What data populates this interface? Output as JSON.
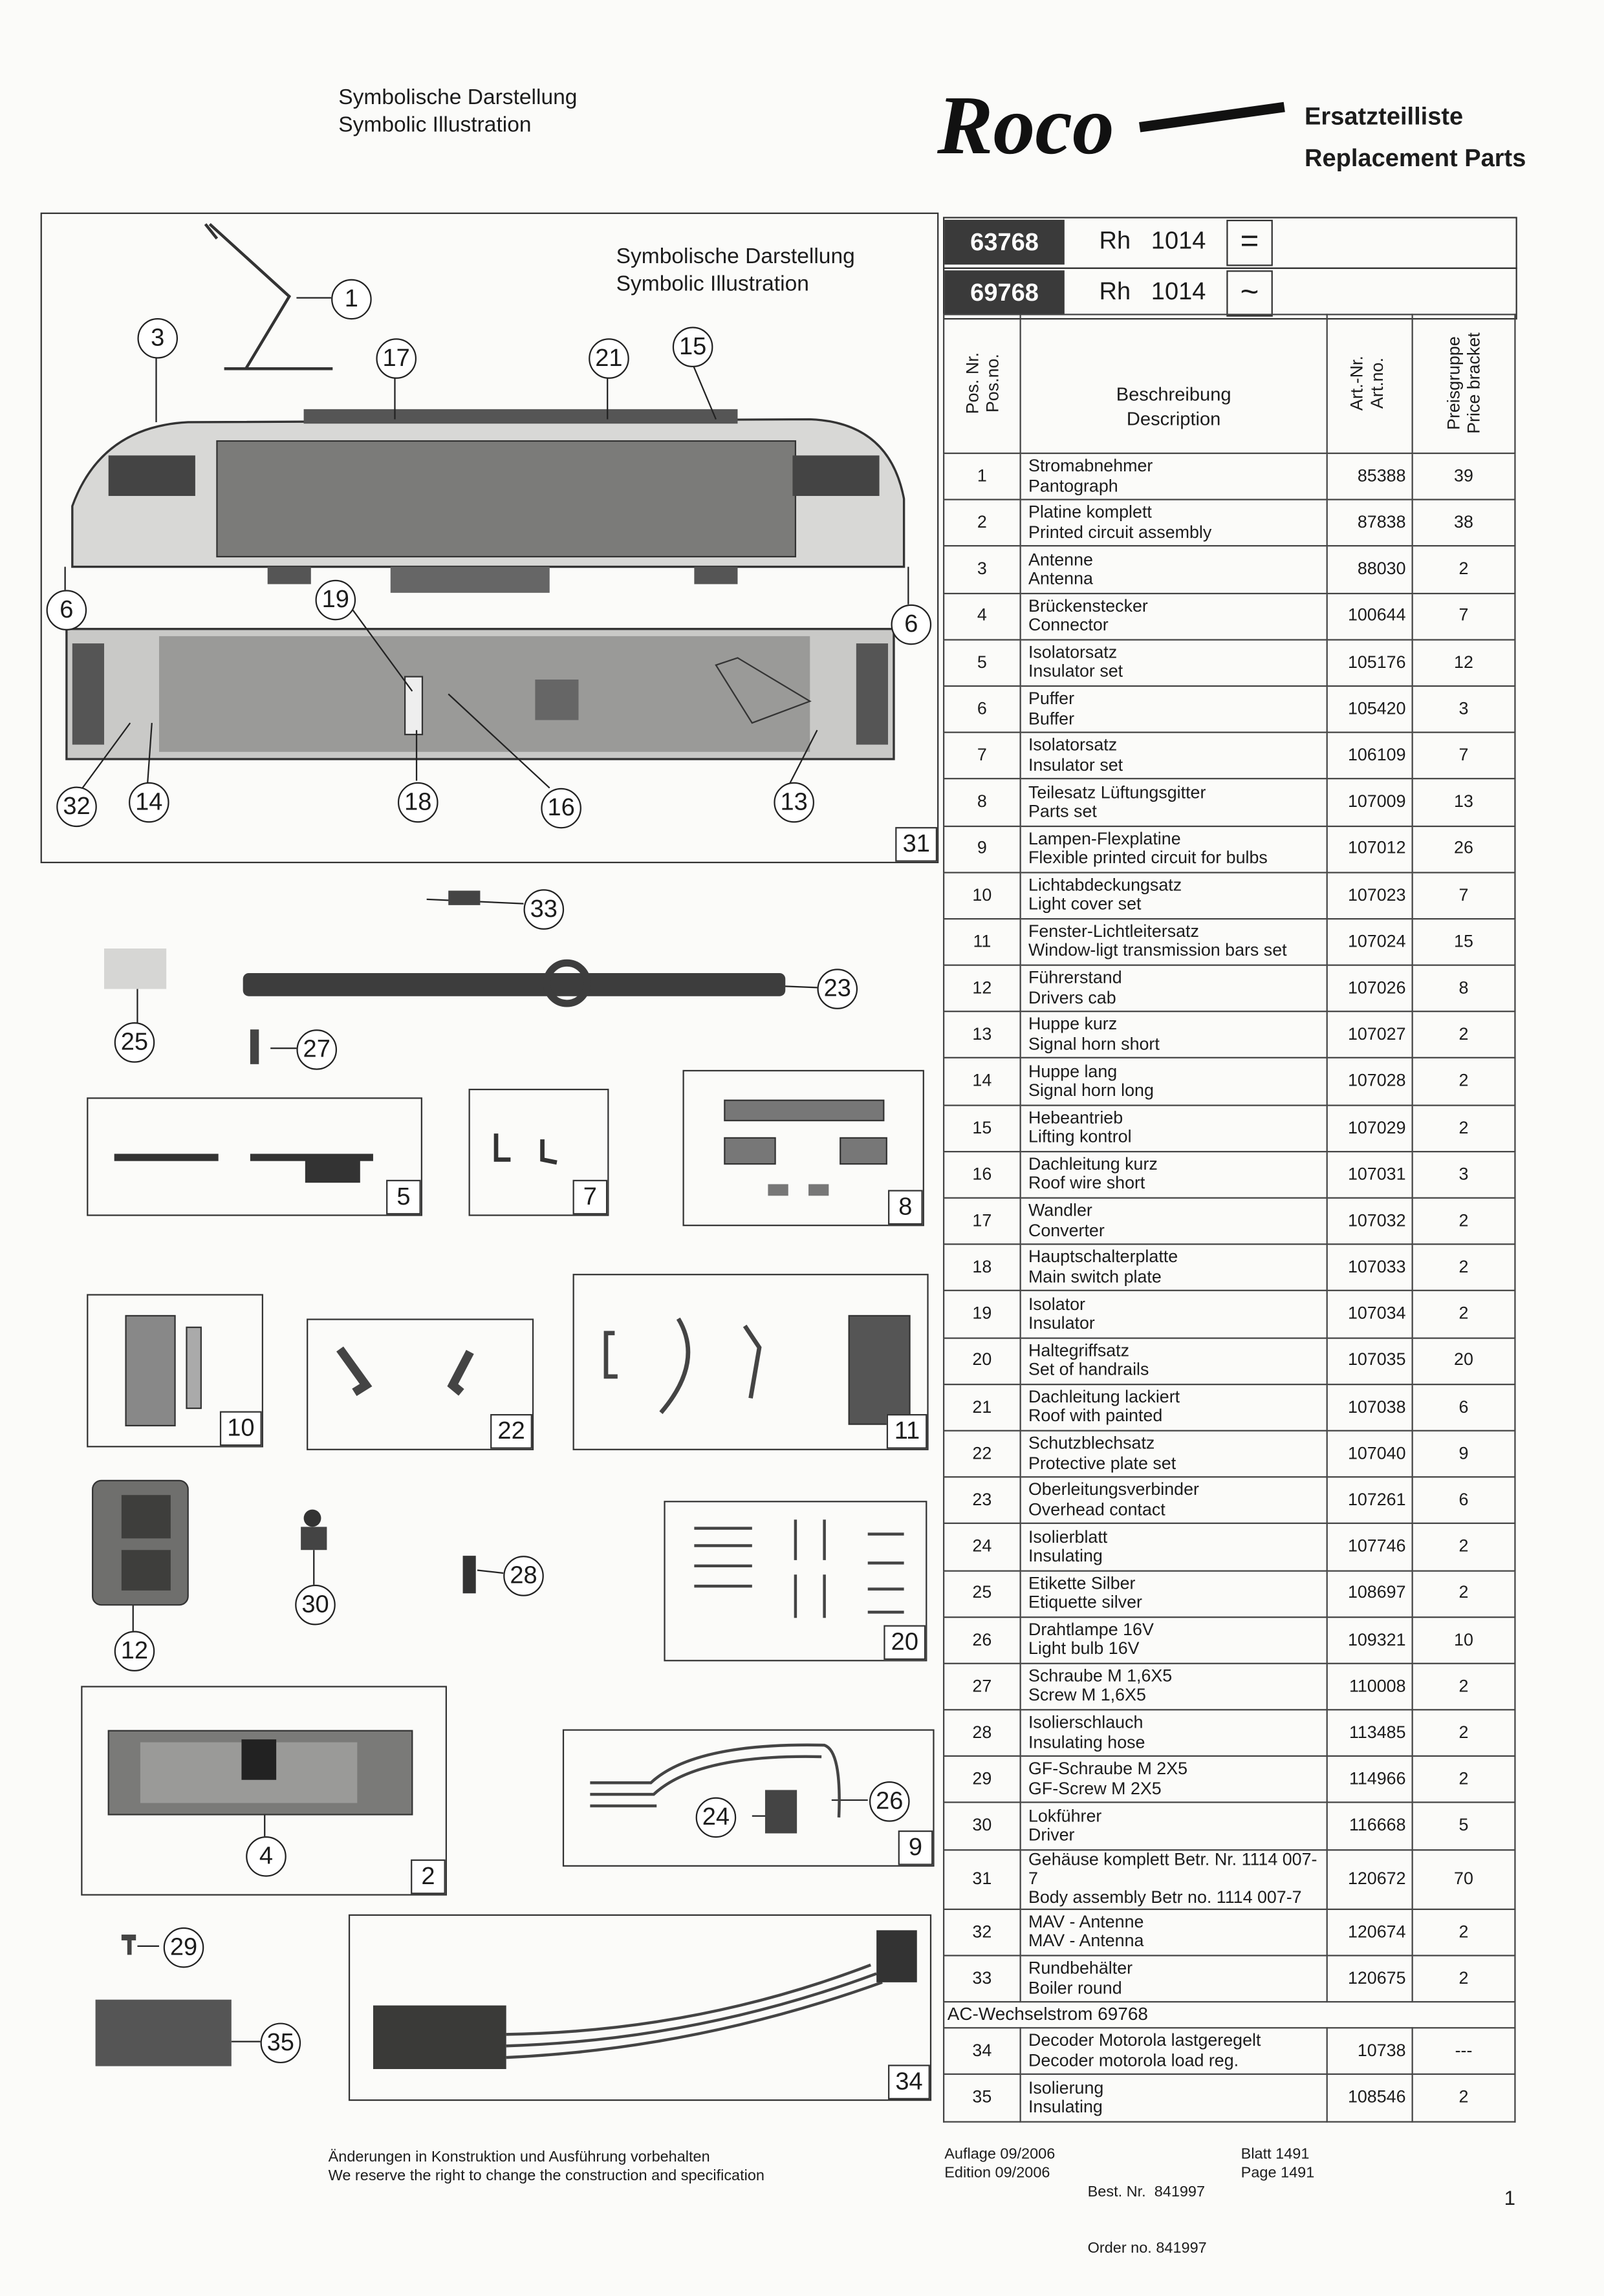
{
  "header": {
    "symbolic_de": "Symbolische Darstellung",
    "symbolic_en": "Symbolic Illustration",
    "logo": "Roco",
    "list_de": "Ersatzteilliste",
    "list_en": "Replacement Parts"
  },
  "models": [
    {
      "number": "63768",
      "designation": "Rh",
      "type": "1014",
      "current_symbol": "="
    },
    {
      "number": "69768",
      "designation": "Rh",
      "type": "1014",
      "current_symbol": "~"
    }
  ],
  "table_header": {
    "pos_de": "Pos. Nr.",
    "pos_en": "Pos.no.",
    "desc_de": "Beschreibung",
    "desc_en": "Description",
    "art_de": "Art.-Nr.",
    "art_en": "Art.no.",
    "price_de": "Preisgruppe",
    "price_en": "Price bracket"
  },
  "parts": [
    {
      "pos": "1",
      "de": "Stromabnehmer",
      "en": "Pantograph",
      "art": "85388",
      "price": "39"
    },
    {
      "pos": "2",
      "de": "Platine komplett",
      "en": "Printed circuit assembly",
      "art": "87838",
      "price": "38"
    },
    {
      "pos": "3",
      "de": "Antenne",
      "en": "Antenna",
      "art": "88030",
      "price": "2"
    },
    {
      "pos": "4",
      "de": "Brückenstecker",
      "en": "Connector",
      "art": "100644",
      "price": "7"
    },
    {
      "pos": "5",
      "de": "Isolatorsatz",
      "en": "Insulator set",
      "art": "105176",
      "price": "12"
    },
    {
      "pos": "6",
      "de": "Puffer",
      "en": "Buffer",
      "art": "105420",
      "price": "3"
    },
    {
      "pos": "7",
      "de": "Isolatorsatz",
      "en": "Insulator set",
      "art": "106109",
      "price": "7"
    },
    {
      "pos": "8",
      "de": "Teilesatz Lüftungsgitter",
      "en": "Parts set",
      "art": "107009",
      "price": "13"
    },
    {
      "pos": "9",
      "de": "Lampen-Flexplatine",
      "en": "Flexible printed circuit for bulbs",
      "art": "107012",
      "price": "26"
    },
    {
      "pos": "10",
      "de": "Lichtabdeckungsatz",
      "en": "Light cover set",
      "art": "107023",
      "price": "7"
    },
    {
      "pos": "11",
      "de": "Fenster-Lichtleitersatz",
      "en": "Window-ligt transmission bars set",
      "art": "107024",
      "price": "15"
    },
    {
      "pos": "12",
      "de": "Führerstand",
      "en": "Drivers cab",
      "art": "107026",
      "price": "8"
    },
    {
      "pos": "13",
      "de": "Huppe kurz",
      "en": "Signal horn short",
      "art": "107027",
      "price": "2"
    },
    {
      "pos": "14",
      "de": "Huppe lang",
      "en": "Signal horn long",
      "art": "107028",
      "price": "2"
    },
    {
      "pos": "15",
      "de": "Hebeantrieb",
      "en": "Lifting kontrol",
      "art": "107029",
      "price": "2"
    },
    {
      "pos": "16",
      "de": "Dachleitung kurz",
      "en": "Roof wire short",
      "art": "107031",
      "price": "3"
    },
    {
      "pos": "17",
      "de": "Wandler",
      "en": "Converter",
      "art": "107032",
      "price": "2"
    },
    {
      "pos": "18",
      "de": "Hauptschalterplatte",
      "en": "Main switch plate",
      "art": "107033",
      "price": "2"
    },
    {
      "pos": "19",
      "de": "Isolator",
      "en": "Insulator",
      "art": "107034",
      "price": "2"
    },
    {
      "pos": "20",
      "de": "Haltegriffsatz",
      "en": "Set of handrails",
      "art": "107035",
      "price": "20"
    },
    {
      "pos": "21",
      "de": "Dachleitung lackiert",
      "en": "Roof with painted",
      "art": "107038",
      "price": "6"
    },
    {
      "pos": "22",
      "de": "Schutzblechsatz",
      "en": "Protective plate set",
      "art": "107040",
      "price": "9"
    },
    {
      "pos": "23",
      "de": "Oberleitungsverbinder",
      "en": "Overhead contact",
      "art": "107261",
      "price": "6"
    },
    {
      "pos": "24",
      "de": "Isolierblatt",
      "en": "Insulating",
      "art": "107746",
      "price": "2"
    },
    {
      "pos": "25",
      "de": "Etikette Silber",
      "en": "Etiquette silver",
      "art": "108697",
      "price": "2"
    },
    {
      "pos": "26",
      "de": "Drahtlampe 16V",
      "en": "Light bulb 16V",
      "art": "109321",
      "price": "10"
    },
    {
      "pos": "27",
      "de": "Schraube M 1,6X5",
      "en": "Screw M 1,6X5",
      "art": "110008",
      "price": "2"
    },
    {
      "pos": "28",
      "de": "Isolierschlauch",
      "en": "Insulating hose",
      "art": "113485",
      "price": "2"
    },
    {
      "pos": "29",
      "de": "GF-Schraube M 2X5",
      "en": "GF-Screw M 2X5",
      "art": "114966",
      "price": "2"
    },
    {
      "pos": "30",
      "de": "Lokführer",
      "en": "Driver",
      "art": "116668",
      "price": "5"
    },
    {
      "pos": "31",
      "de": "Gehäuse komplett Betr. Nr. 1114 007-7",
      "en": "Body assembly Betr no. 1114 007-7",
      "art": "120672",
      "price": "70"
    },
    {
      "pos": "32",
      "de": "MAV - Antenne",
      "en": "MAV - Antenna",
      "art": "120674",
      "price": "2"
    },
    {
      "pos": "33",
      "de": "Rundbehälter",
      "en": "Boiler round",
      "art": "120675",
      "price": "2"
    }
  ],
  "ac_section": {
    "title": "AC-Wechselstrom 69768",
    "parts": [
      {
        "pos": "34",
        "de": "Decoder Motorola lastgeregelt",
        "en": "Decoder motorola load reg.",
        "art": "10738",
        "price": "---"
      },
      {
        "pos": "35",
        "de": "Isolierung",
        "en": "Insulating",
        "art": "108546",
        "price": "2"
      }
    ]
  },
  "figure": {
    "callouts": [
      "1",
      "3",
      "17",
      "21",
      "15",
      "6",
      "6",
      "19",
      "32",
      "14",
      "18",
      "16",
      "13",
      "33",
      "23",
      "25",
      "27",
      "28",
      "30",
      "12",
      "4",
      "24",
      "26",
      "29",
      "35"
    ],
    "box_labels": [
      "31",
      "5",
      "7",
      "8",
      "10",
      "22",
      "11",
      "20",
      "2",
      "9",
      "34"
    ]
  },
  "footer": {
    "note_de": "Änderungen in Konstruktion und Ausführung vorbehalten",
    "note_en": "We reserve the right to change the construction and specification",
    "edition_de": "Auflage 09/2006",
    "edition_en": "Edition 09/2006",
    "order_de": "Best. Nr.  841997",
    "order_en": "Order no. 841997",
    "page_de": "Blatt 1491",
    "page_en": "Page 1491",
    "page_number": "1"
  },
  "colors": {
    "badge": "#3a3a3a",
    "ink": "#1c1c1c",
    "paper": "#fbfbf9"
  }
}
